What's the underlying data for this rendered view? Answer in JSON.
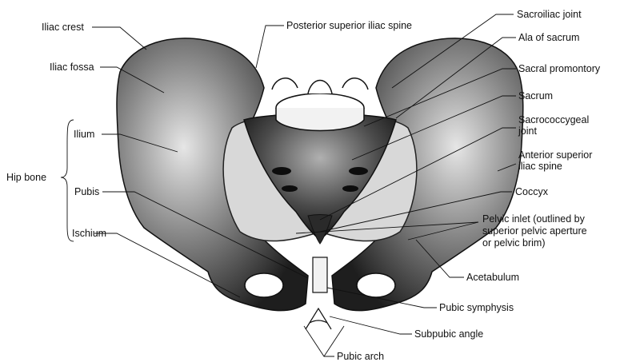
{
  "labels": {
    "iliac_crest": "Iliac crest",
    "iliac_fossa": "Iliac fossa",
    "ilium": "Ilium",
    "hip_bone": "Hip bone",
    "pubis": "Pubis",
    "ischium": "Ischium",
    "posterior_superior_iliac_spine": "Posterior superior iliac spine",
    "sacroiliac_joint": "Sacroiliac joint",
    "ala_of_sacrum": "Ala of sacrum",
    "sacral_promontory": "Sacral promontory",
    "sacrum": "Sacrum",
    "sacrococcygeal_joint_1": "Sacrococcygeal",
    "sacrococcygeal_joint_2": "joint",
    "anterior_superior_iliac_spine_1": "Anterior superior",
    "anterior_superior_iliac_spine_2": "iliac spine",
    "coccyx": "Coccyx",
    "pelvic_inlet_1": "Pelvic inlet (outlined by",
    "pelvic_inlet_2": "superior pelvic aperture",
    "pelvic_inlet_3": "or pelvic brim)",
    "acetabulum": "Acetabulum",
    "pubic_symphysis": "Pubic symphysis",
    "subpubic_angle": "Subpubic angle",
    "pubic_arch": "Pubic arch"
  },
  "colors": {
    "bone_dark": "#2b2b2b",
    "bone_mid": "#7a7a7a",
    "bone_light": "#d9d9d9",
    "line": "#111111"
  }
}
